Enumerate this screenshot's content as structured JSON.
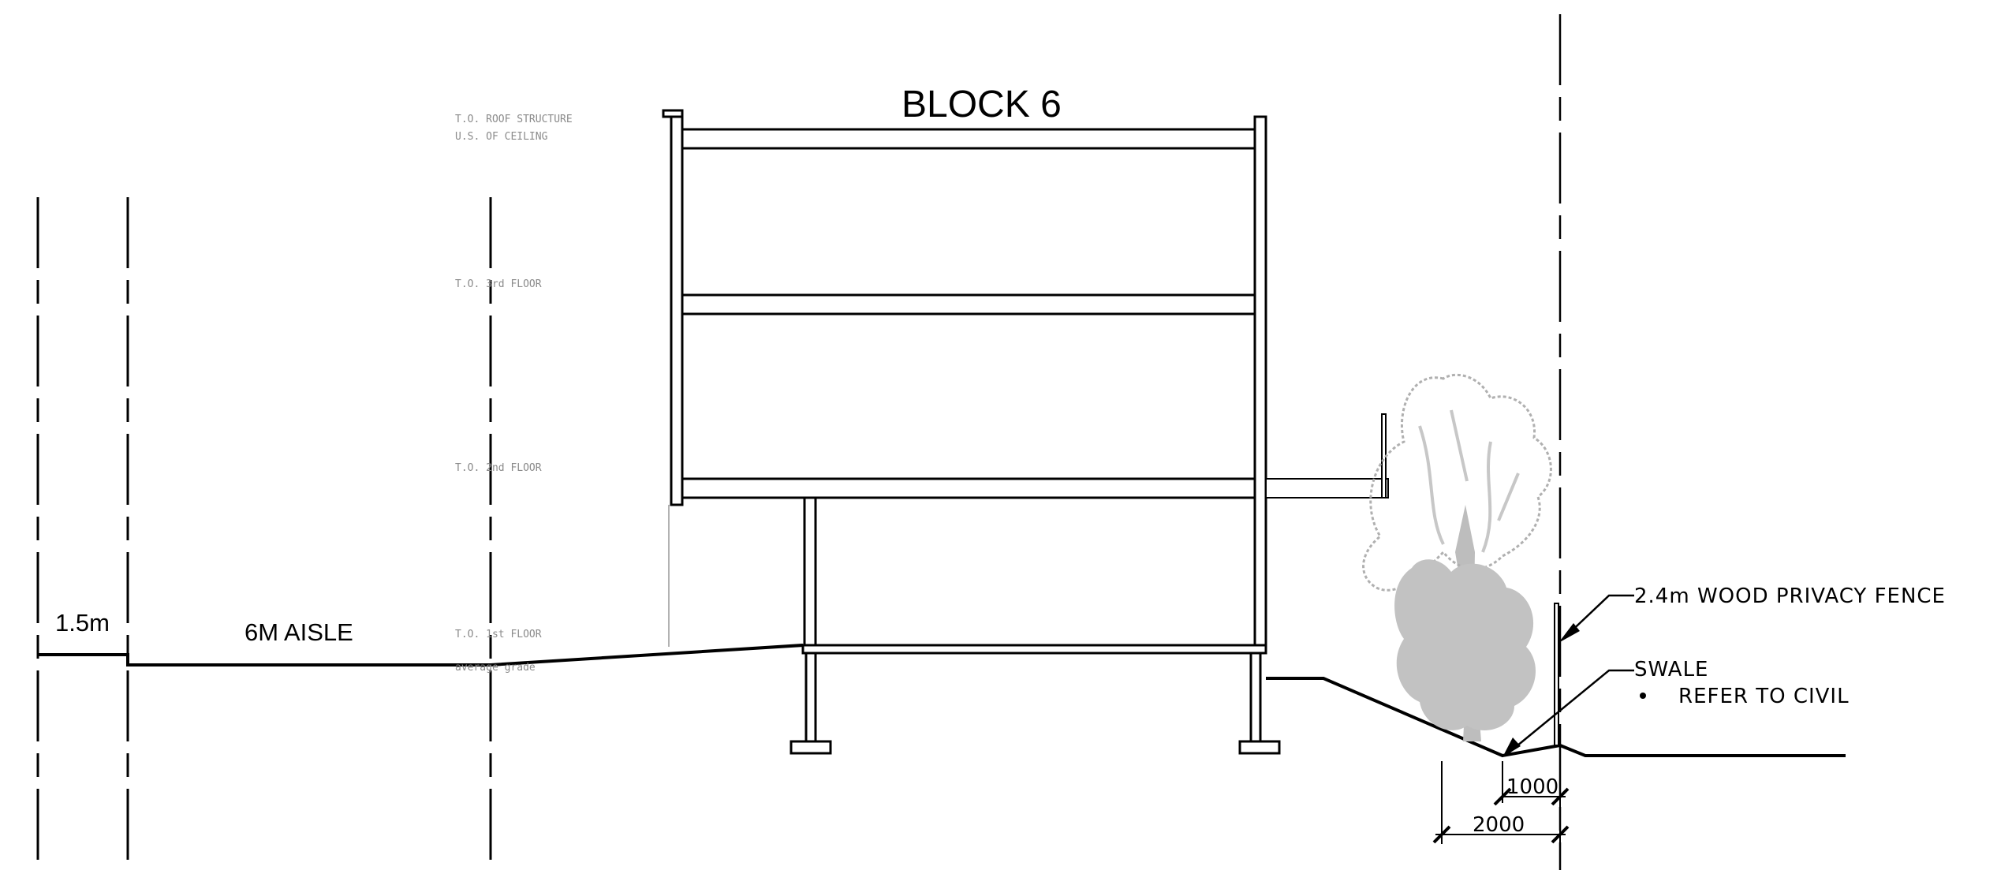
{
  "drawing": {
    "title": "BLOCK 6",
    "levels": {
      "roof_structure": "T.O. ROOF STRUCTURE",
      "ceiling": "U.S. OF CEILING",
      "third_floor": "T.O. 3rd FLOOR",
      "second_floor": "T.O. 2nd FLOOR",
      "first_floor": "T.O. 1st FLOOR",
      "grade": "average grade"
    },
    "labels": {
      "setback": "1.5m",
      "aisle": "6M AISLE"
    },
    "callouts": {
      "fence": "2.4m WOOD PRIVACY FENCE",
      "swale": "SWALE",
      "swale_note": "REFER TO CIVIL"
    },
    "dimensions": {
      "inner": "1000",
      "outer": "2000"
    }
  }
}
